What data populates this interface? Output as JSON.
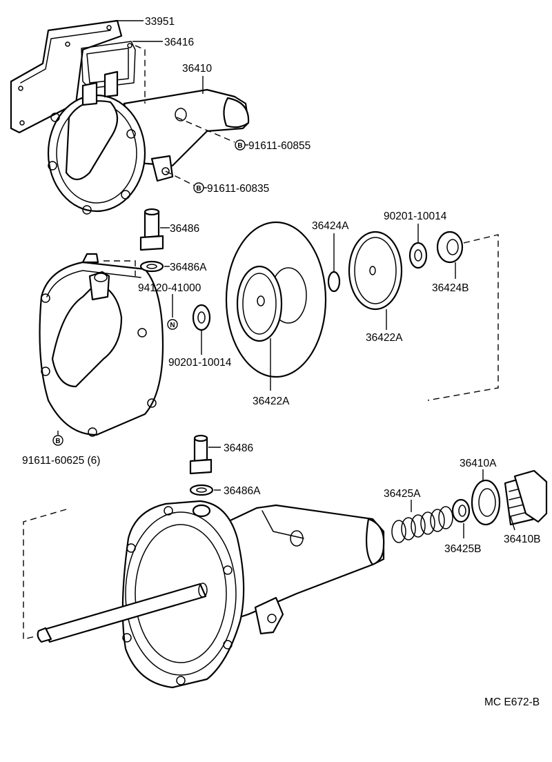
{
  "diagram": {
    "figure_code": "MC E672-B",
    "symbols": {
      "b": "B",
      "n": "N"
    },
    "labels": {
      "p33951": "33951",
      "p36416": "36416",
      "p36410": "36410",
      "b_60855": "91611-60855",
      "b_60835": "91611-60835",
      "p36486_top": "36486",
      "p36486A_top": "36486A",
      "p94120": "94120-41000",
      "p90201_left": "90201-10014",
      "p36422A_left": "36422A",
      "p36424A": "36424A",
      "p90201_right": "90201-10014",
      "p36424B": "36424B",
      "p36422A_right": "36422A",
      "b_60625": "91611-60625 (6)",
      "p36486_bot": "36486",
      "p36486A_bot": "36486A",
      "p36425A": "36425A",
      "p36410A": "36410A",
      "p36425B": "36425B",
      "p36410B": "36410B"
    }
  }
}
